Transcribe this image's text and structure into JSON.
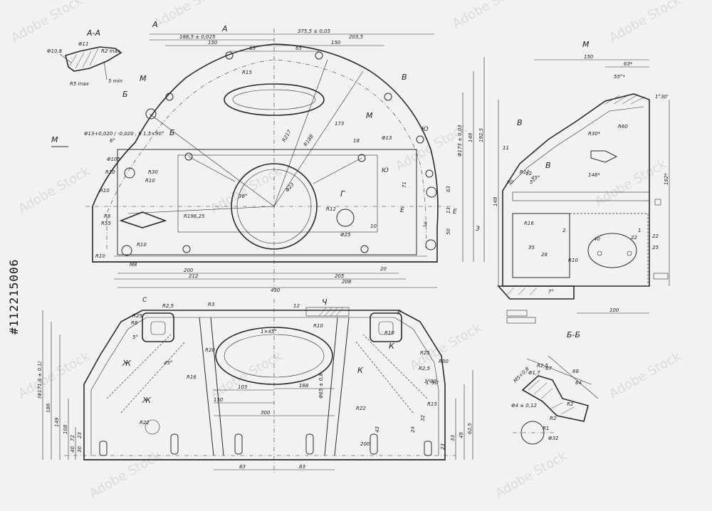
{
  "stock_id": "#112215006",
  "watermark": "Adobe Stock",
  "views": {
    "section_aa": {
      "title": "A-A",
      "labels": [
        "Φ10,8",
        "Φ11",
        "R2 max",
        "R5 max",
        "5 min"
      ]
    },
    "front": {
      "section_marks": [
        "А",
        "А",
        "Б",
        "Б",
        "М",
        "М",
        "В",
        "Г",
        "Ю",
        "Ю",
        "Е",
        "Е",
        "З",
        "З"
      ],
      "top_dims": [
        "188,5 ± 0,025",
        "375,5 ± 0,05",
        "203,5",
        "150",
        "150",
        "65",
        "65"
      ],
      "bottom_dims": [
        "200",
        "212",
        "205",
        "208",
        "430"
      ],
      "right_dims": [
        "173",
        "63",
        "13",
        "50",
        "71",
        "Φ173 ± 0,03",
        "149",
        "192,5"
      ],
      "radii": [
        "R15",
        "R30",
        "R10",
        "R10",
        "R55",
        "R10",
        "R196,25",
        "R8",
        "R12",
        "R217",
        "R188",
        "Φ105",
        "Φ25",
        "Φ13",
        "Φ23",
        "R10"
      ],
      "notes": [
        "Φ13+0,020 / -0,020 , h 1,5×90°",
        "6°",
        "36°",
        "R10",
        "M8"
      ],
      "dims_right_lower": [
        "20",
        "18",
        "10"
      ]
    },
    "side_m": {
      "title": "М",
      "dims": [
        "150",
        "63*",
        "55°*",
        "1°30'",
        "R30*",
        "R60",
        "146*",
        "192*",
        "149",
        "60",
        "40",
        "22",
        "25",
        "100",
        "22",
        "11",
        "12",
        "7°",
        "35",
        "5°",
        "45°",
        "R16",
        "R10",
        "R12",
        "2",
        "28",
        "1"
      ],
      "section_mark": "В"
    },
    "bottom": {
      "dims_h": [
        "R25",
        "R2,5",
        "R8",
        "C",
        "R3",
        "12",
        "R10",
        "1×45°",
        "R20",
        "R16",
        "103",
        "150",
        "300",
        "168",
        "83",
        "83",
        "R10",
        "R25",
        "R30",
        "R2,5",
        "1°30'"
      ],
      "dims_v": [
        "(Φ171,6 ± 0,1)",
        "186",
        "149",
        "108",
        "72",
        "40",
        "30",
        "23",
        "43",
        "24",
        "32",
        "R22",
        "R15",
        "62,5",
        "49",
        "33",
        "23"
      ],
      "section_marks": [
        "Ж",
        "Ж",
        "К",
        "К",
        "Ч",
        "Р"
      ],
      "misc": [
        "R22",
        "5°",
        "45°",
        "1°30'",
        "Φ65 ± 0,8",
        "200"
      ]
    },
    "section_bb": {
      "title": "Б-Б",
      "dims": [
        "M5×0,8",
        "R2,5",
        "Φ1,7",
        "Φ4 ± 0,12",
        "R2",
        "R2",
        "Φ32",
        "R1",
        "64",
        "68",
        "67"
      ]
    }
  }
}
